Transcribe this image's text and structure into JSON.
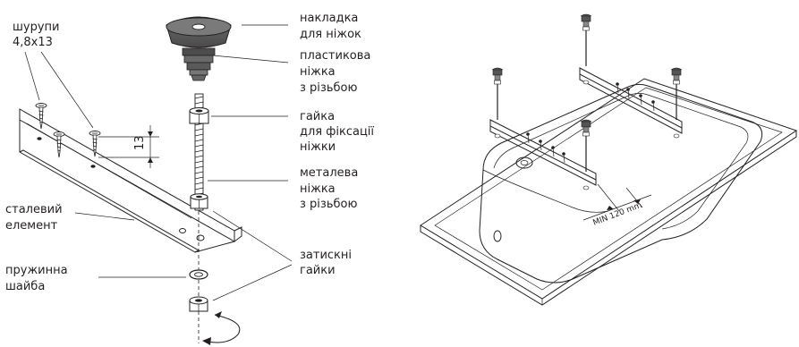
{
  "labels": {
    "screws": [
      "шурупи",
      "4,8x13"
    ],
    "cap": [
      "накладка",
      "для ніжок"
    ],
    "plastic_leg": [
      "пластикова",
      "ніжка",
      "з різьбою"
    ],
    "nut": [
      "гайка",
      "для фіксації",
      "ніжки"
    ],
    "metal_leg": [
      "металева",
      "ніжка",
      "з різьбою"
    ],
    "steel_element": [
      "сталевий",
      "елемент"
    ],
    "spring_washer": [
      "пружинна",
      "шайба"
    ],
    "clamp_nuts": [
      "затискні",
      "гайки"
    ]
  },
  "dimensions": {
    "height": "13",
    "min_spacing": "MIN 120 mm"
  },
  "colors": {
    "line": "#231f20",
    "cap_fill": "#5a5a5a",
    "gray_fill": "#8a8a8a"
  }
}
